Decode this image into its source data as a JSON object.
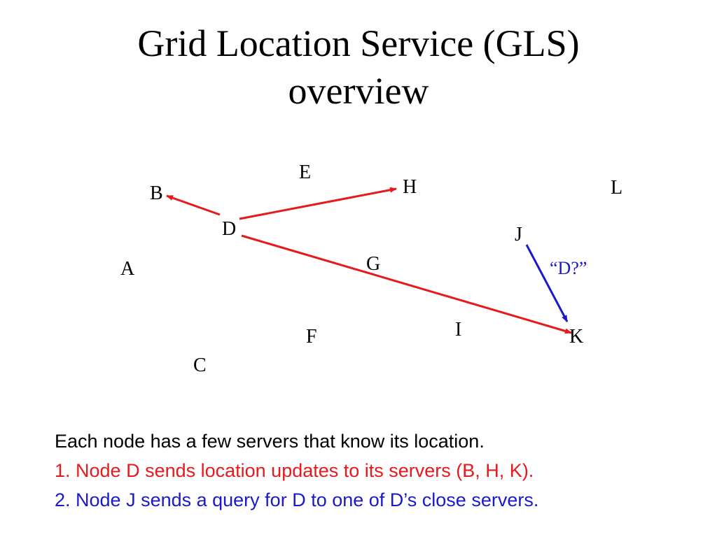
{
  "title": {
    "line1": "Grid Location Service (GLS)",
    "line2": "overview"
  },
  "colors": {
    "update_arrow": "#e8191c",
    "query_arrow": "#1a1acc",
    "caption_black": "#000000",
    "caption_red": "#e8191c",
    "caption_blue": "#1a1acc"
  },
  "nodes": {
    "A": "A",
    "B": "B",
    "C": "C",
    "D": "D",
    "E": "E",
    "F": "F",
    "G": "G",
    "H": "H",
    "I": "I",
    "J": "J",
    "K": "K",
    "L": "L"
  },
  "edges": [
    {
      "from": "D",
      "to": "B",
      "kind": "update"
    },
    {
      "from": "D",
      "to": "H",
      "kind": "update"
    },
    {
      "from": "D",
      "to": "K",
      "kind": "update"
    },
    {
      "from": "J",
      "to": "K",
      "kind": "query"
    }
  ],
  "query_label": "“D?”",
  "caption": {
    "line1": "Each node has a few servers that know its location.",
    "line2": "1. Node D sends location updates to its servers (B, H, K).",
    "line3": "2. Node J sends a query for D to one of D’s close servers."
  }
}
